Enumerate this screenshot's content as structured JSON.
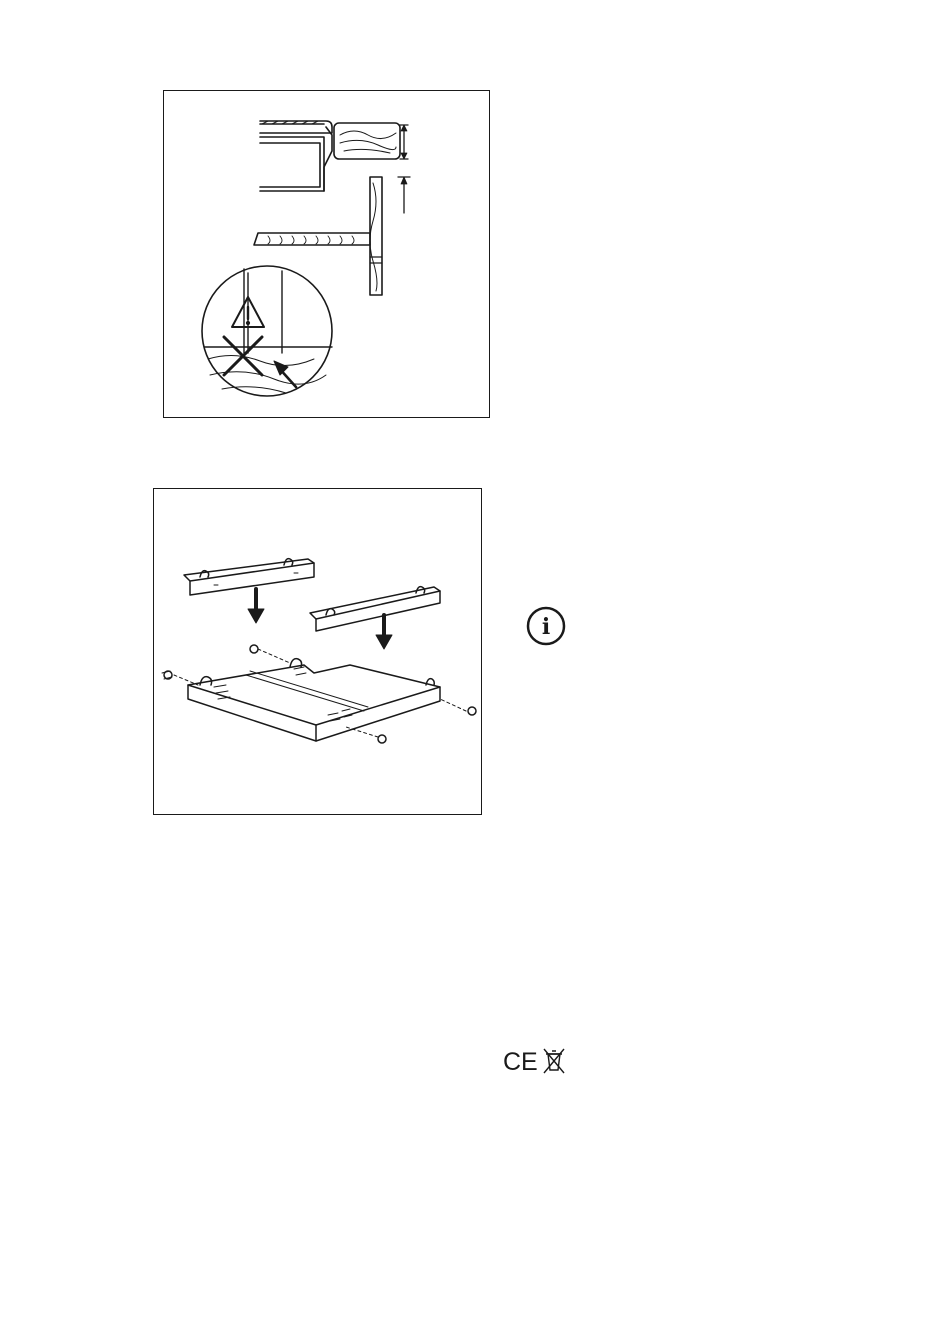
{
  "page": {
    "figures": [
      {
        "id": "figure-installation-side-view",
        "icon": "warning-triangle-icon"
      },
      {
        "id": "figure-mounting-brackets",
        "icon": "screw-icon"
      }
    ],
    "info_icon": {
      "icon": "info-icon",
      "glyph": "i"
    },
    "certification": {
      "marks": [
        "ce-mark-icon",
        "weee-crossed-bin-icon"
      ],
      "ce_text": "CE"
    }
  },
  "colors": {
    "line": "#1a1a1a",
    "background": "#ffffff"
  }
}
